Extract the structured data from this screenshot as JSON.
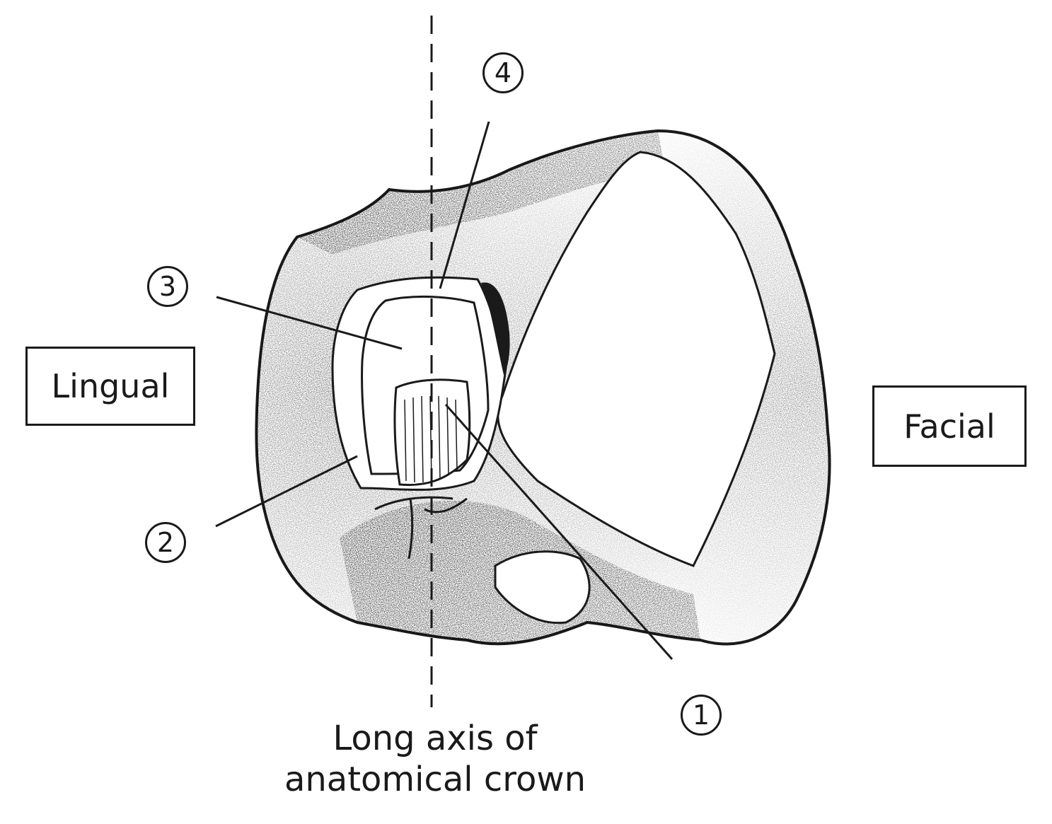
{
  "labels": {
    "lingual": "Lingual",
    "facial": "Facial",
    "axis_line1": "Long axis of",
    "axis_line2": "anatomical crown"
  },
  "callouts": [
    "1",
    "2",
    "3",
    "4"
  ],
  "colors": {
    "ink": "#1a1a1a",
    "paper": "#ffffff"
  }
}
